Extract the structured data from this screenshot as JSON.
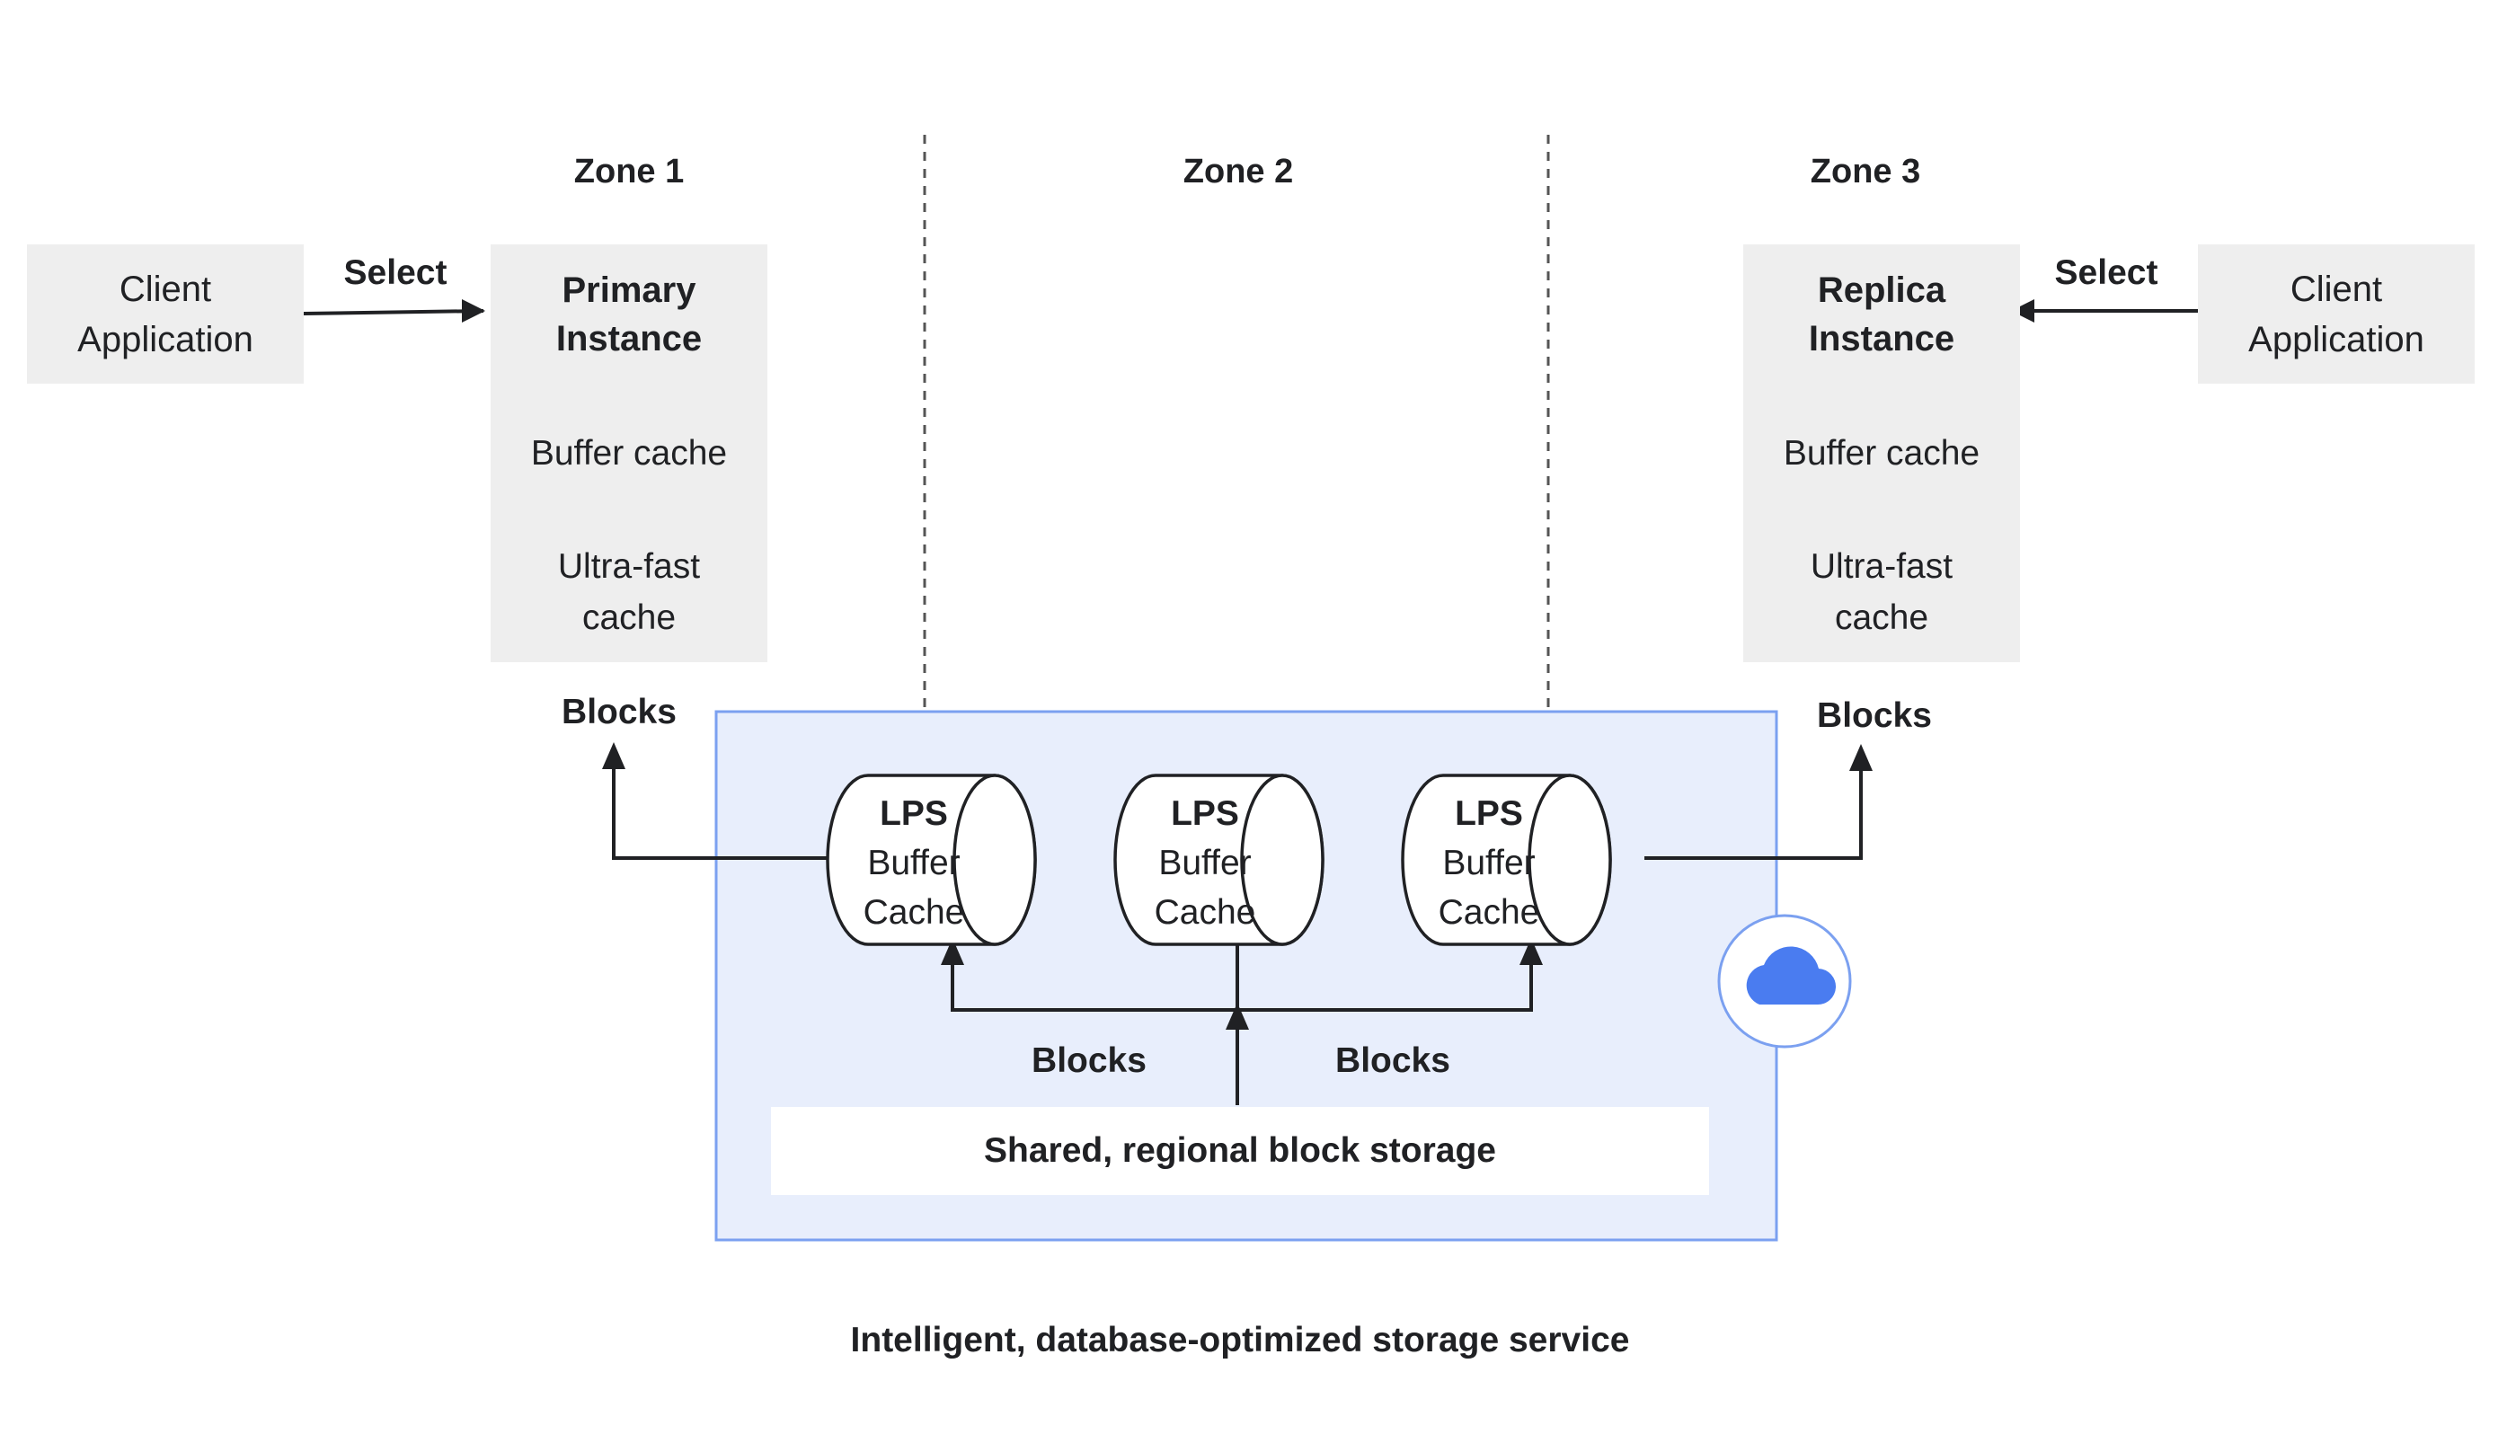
{
  "zones": [
    {
      "label": "Zone 1"
    },
    {
      "label": "Zone 2"
    },
    {
      "label": "Zone 3"
    }
  ],
  "left_client": {
    "line1": "Client",
    "line2": "Application"
  },
  "right_client": {
    "line1": "Client",
    "line2": "Application"
  },
  "select_labels": {
    "left": "Select",
    "right": "Select"
  },
  "primary_instance": {
    "title_line1": "Primary",
    "title_line2": "Instance",
    "buffer_cache": "Buffer cache",
    "ultra_line1": "Ultra-fast",
    "ultra_line2": "cache"
  },
  "replica_instance": {
    "title_line1": "Replica",
    "title_line2": "Instance",
    "buffer_cache": "Buffer cache",
    "ultra_line1": "Ultra-fast",
    "ultra_line2": "cache"
  },
  "blocks_labels": {
    "primary": "Blocks",
    "replica": "Blocks",
    "inner_left": "Blocks",
    "inner_right": "Blocks"
  },
  "lps_cylinders": [
    {
      "title": "LPS",
      "line2": "Buffer",
      "line3": "Cache"
    },
    {
      "title": "LPS",
      "line2": "Buffer",
      "line3": "Cache"
    },
    {
      "title": "LPS",
      "line2": "Buffer",
      "line3": "Cache"
    }
  ],
  "shared_storage": {
    "label": "Shared, regional block storage"
  },
  "caption": "Intelligent, database-optimized storage service",
  "icons": {
    "cloud": "cloud-icon"
  },
  "colors": {
    "storage_panel_fill": "#e8eefc",
    "storage_panel_border": "#7ba0f0",
    "cloud_icon": "#4a7cf0",
    "gray_box": "#eeeeee",
    "text": "#202124"
  }
}
